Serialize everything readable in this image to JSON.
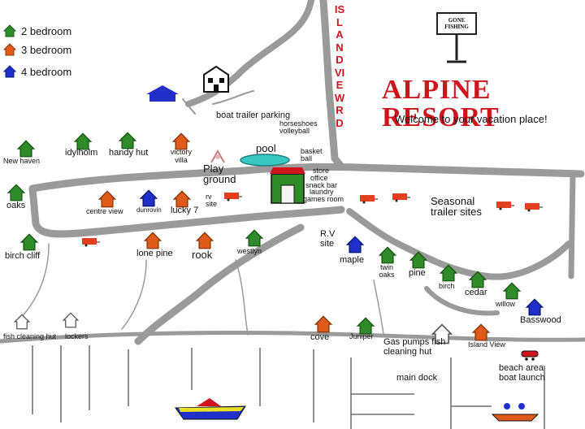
{
  "legend": [
    {
      "label": "2 bedroom",
      "color": "#2f8a2a"
    },
    {
      "label": "3 bedroom",
      "color": "#e05a1a"
    },
    {
      "label": "4 bedroom",
      "color": "#1f2fc8"
    }
  ],
  "title": {
    "resort": "ALPINE RESORT",
    "welcome": "Welcome to your vacation place!"
  },
  "road_name": "ISLAND VIEW RD",
  "sign_text": "GONE FISHING",
  "colors": {
    "title_red": "#d0141c",
    "road_gray": "#9a9a9a",
    "pool": "#39c7c4",
    "trailer": "#e0401e"
  },
  "areas": {
    "boat_trailer_parking": "boat trailer parking",
    "horseshoes": "horseshoes",
    "volleyball": "volleyball",
    "pool": "pool",
    "basketball": "basket ball",
    "playground": "Play ground",
    "store": "store",
    "office": "office",
    "snack_bar": "snack bar",
    "laundry": "laundry",
    "games_room": "games room",
    "rv_site_small": "rv site",
    "seasonal": "Seasonal trailer sites",
    "rv_site": "R.V site",
    "fish_cleaning_hut": "fish cleaning hut",
    "lockers": "lockers",
    "gas_pumps": "Gas pumps fish cleaning hut",
    "main_dock": "main dock",
    "beach": "beach area boat launch"
  },
  "cabins": {
    "new_haven": "New haven",
    "idylholm": "idylholm",
    "handy_hut": "handy hut",
    "victory_villa": "victory villa",
    "oaks": "oaks",
    "centre_view": "centre view",
    "dunrovin": "dunrovin",
    "lucky7": "lucky 7",
    "birch_cliff": "birch cliff",
    "lone_pine": "lone pine",
    "rook": "rook",
    "westlyn": "westlyn",
    "maple": "maple",
    "twin_oaks": "twin oaks",
    "pine": "pine",
    "birch": "birch",
    "cedar": "cedar",
    "willow": "willow",
    "basswood": "Basswood",
    "cove": "cove",
    "juniper": "Juniper",
    "island_view": "Island View"
  }
}
